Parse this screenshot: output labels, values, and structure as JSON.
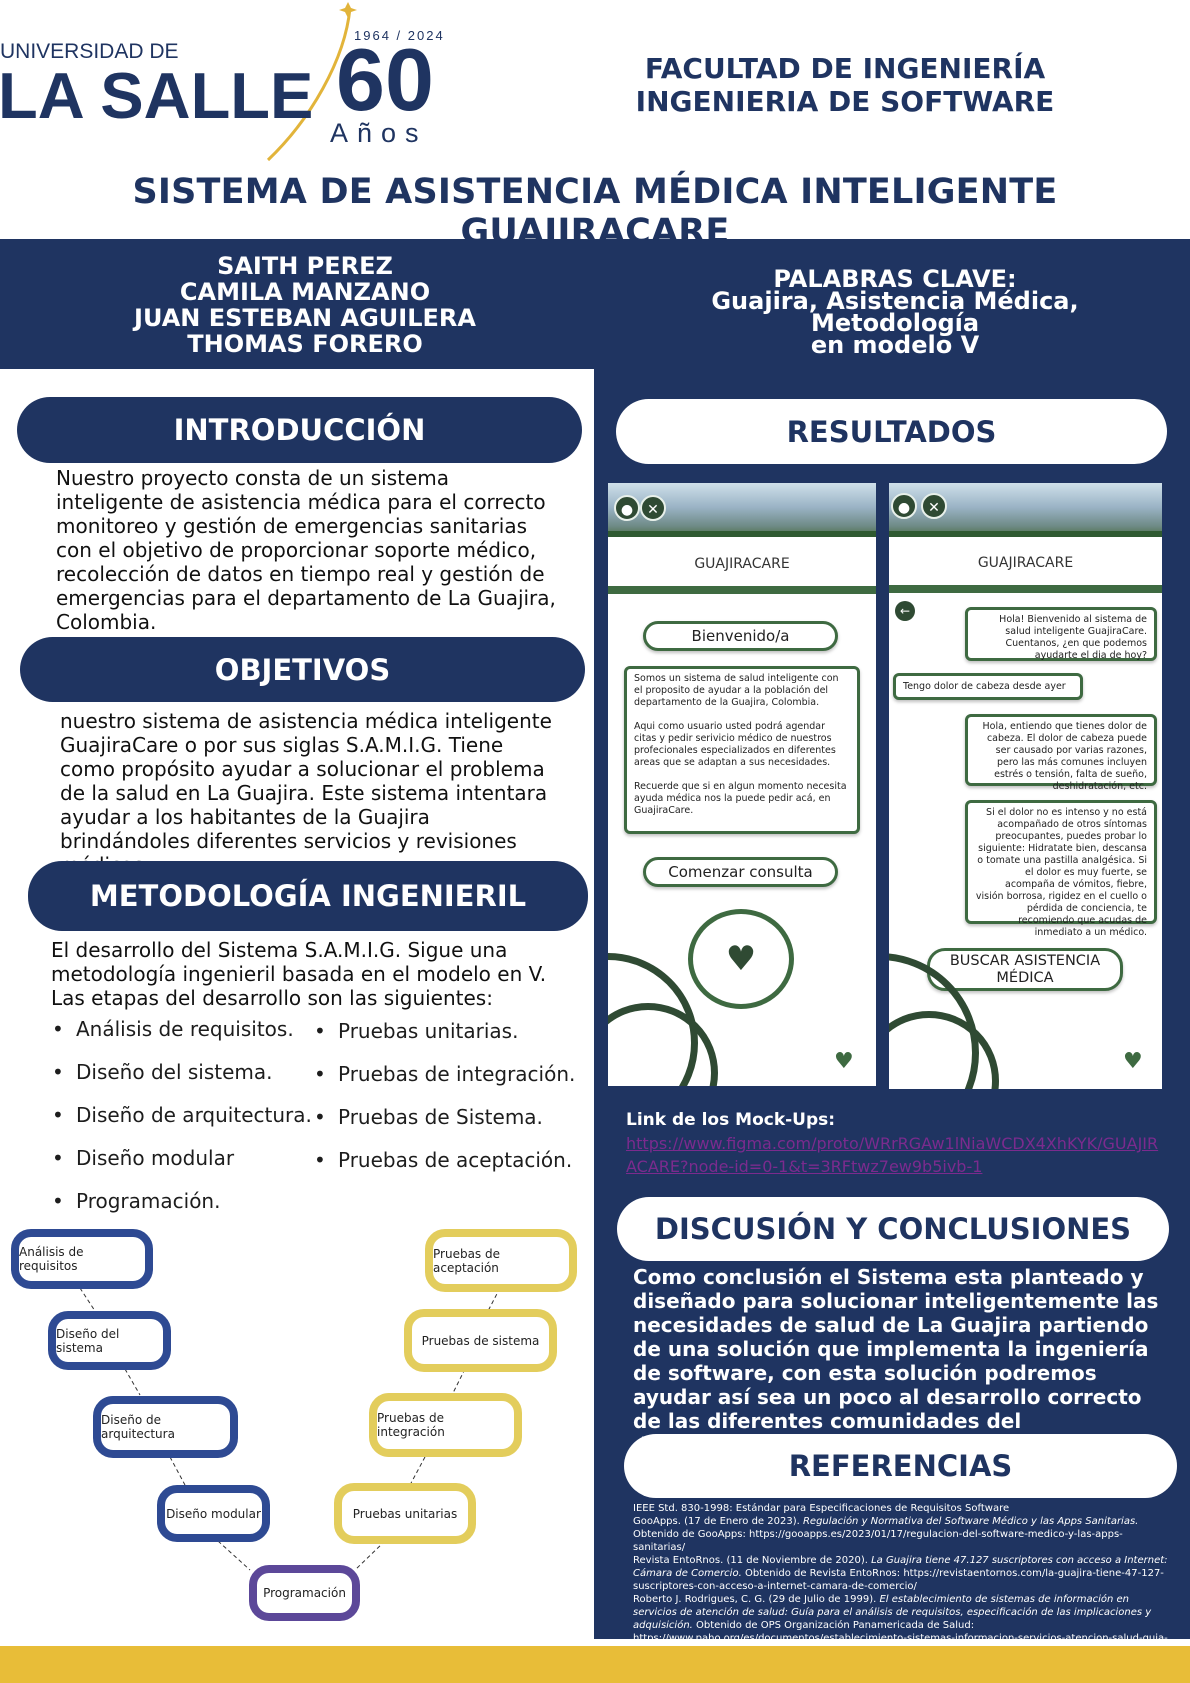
{
  "header": {
    "logo_university": "UNIVERSIDAD DE",
    "logo_name": "LA SALLE",
    "logo_years": "1964 / 2024",
    "logo_number": "60",
    "logo_anos": "Años",
    "faculty_line1": "FACULTAD DE INGENIERÍA",
    "faculty_line2": "INGENIERIA DE SOFTWARE",
    "title": "SISTEMA DE ASISTENCIA MÉDICA INTELIGENTE GUAJIRACARE"
  },
  "banner": {
    "authors": [
      "SAITH PEREZ",
      "CAMILA MANZANO",
      "JUAN ESTEBAN AGUILERA",
      "THOMAS FORERO"
    ],
    "keywords_title": "PALABRAS CLAVE:",
    "keywords_line1": "Guajira, Asistencia Médica, Metodología",
    "keywords_line2": "en modelo V"
  },
  "intro": {
    "heading": "INTRODUCCIÓN",
    "text": "Nuestro proyecto consta de un sistema inteligente de asistencia médica para el correcto monitoreo y gestión de emergencias sanitarias con el objetivo de proporcionar soporte médico, recolección de datos en tiempo real y gestión de emergencias para el departamento de La Guajira, Colombia."
  },
  "objectives": {
    "heading": "OBJETIVOS",
    "text": "nuestro sistema de asistencia médica inteligente GuajiraCare o por sus siglas S.A.M.I.G. Tiene como propósito ayudar a solucionar el problema de la salud en La Guajira. Este sistema intentara ayudar a los habitantes de la Guajira brindándoles diferentes servicios y revisiones médicas."
  },
  "methodology": {
    "heading": "METODOLOGÍA INGENIERIL",
    "text": "El desarrollo del Sistema S.A.M.I.G. Sigue una metodología ingenieril basada en el modelo en V. Las etapas del desarrollo son las siguientes:",
    "list_left": [
      "Análisis de requisitos.",
      "Diseño del sistema.",
      "Diseño de arquitectura.",
      "Diseño modular",
      "Programación."
    ],
    "list_right": [
      "Pruebas unitarias.",
      "Pruebas de integración.",
      "Pruebas de Sistema.",
      "Pruebas de aceptación."
    ]
  },
  "vmodel": {
    "left": [
      "Análisis de requisitos",
      "Diseño del sistema",
      "Diseño de arquitectura",
      "Diseño modular"
    ],
    "bottom": "Programación",
    "right": [
      "Pruebas de aceptación",
      "Pruebas de sistema",
      "Pruebas de integración",
      "Pruebas unitarias"
    ],
    "colors": {
      "design": "#2e4a93",
      "testing": "#e3cd5c",
      "coding": "#5c4899"
    }
  },
  "results": {
    "heading": "RESULTADOS",
    "phone1": {
      "app_title": "GUAJIRACARE",
      "welcome": "Bienvenido/a",
      "description": [
        "Somos un sistema de salud inteligente con el proposito de ayudar a la población del departamento de la Guajira, Colombia.",
        "Aqui como usuario usted podrá agendar citas y pedir serivicio médico de nuestros profecionales especializados en diferentes areas que se adaptan a sus necesidades.",
        "Recuerde que si en algun momento necesita ayuda médica nos la puede pedir acá, en GuajiraCare."
      ],
      "start_button": "Comenzar consulta"
    },
    "phone2": {
      "app_title": "GUAJIRACARE",
      "msg_bot_1": "Hola! Bienvenido al sistema de salud inteligente GuajiraCare. Cuentanos, ¿en que podemos ayudarte el dia de hoy?",
      "msg_user_1": "Tengo dolor de cabeza desde ayer",
      "msg_bot_2": "Hola, entiendo que tienes dolor de cabeza. El dolor de cabeza puede ser causado por varias razones, pero las más comunes incluyen estrés o tensión, falta de sueño, deshidratación, etc.",
      "msg_bot_3": "Si el dolor no es intenso y no está acompañado de otros síntomas preocupantes, puedes probar lo siguiente: Hidratate bien, descansa o tomate una pastilla analgésica. Si el dolor es muy fuerte, se acompaña de vómitos, fiebre, visión borrosa, rigidez en el cuello o pérdida de conciencia, te recomiendo que acudas de inmediato a un médico.",
      "search_button": "BUSCAR ASISTENCIA MÉDICA"
    },
    "link_label": "Link de los Mock-Ups:",
    "link_url": "https://www.figma.com/proto/WRrRGAw1lNiaWCDX4XhKYK/GUAJIRACARE?node-id=0-1&t=3RFtwz7ew9b5ivb-1"
  },
  "conclusions": {
    "heading": "DISCUSIÓN Y CONCLUSIONES",
    "text": "Como conclusión el Sistema esta planteado y diseñado para solucionar inteligentemente las necesidades de salud de La Guajira partiendo de una solución que implementa la ingeniería de software, con esta solución podremos ayudar así sea un poco al desarrollo correcto de las diferentes comunidades del departamento."
  },
  "references": {
    "heading": "REFERENCIAS",
    "items": [
      {
        "pre": "IEEE Std. 830-1998: Estándar para Especificaciones de Requisitos Software",
        "em": "",
        "post": ""
      },
      {
        "pre": "GooApps. (17 de Enero de 2023). ",
        "em": "Regulación y Normativa del Software Médico y las Apps Sanitarias.",
        "post": " Obtenido de GooApps: https://gooapps.es/2023/01/17/regulacion-del-software-medico-y-las-apps-sanitarias/"
      },
      {
        "pre": "Revista EntoRnos. (11 de Noviembre de 2020). ",
        "em": "La Guajira tiene 47.127 suscriptores con acceso a Internet: Cámara de Comercio.",
        "post": " Obtenido de Revista EntoRnos: https://revistaentornos.com/la-guajira-tiene-47-127-suscriptores-con-acceso-a-internet-camara-de-comercio/"
      },
      {
        "pre": "Roberto J. Rodrigues, C. G. (29 de Julio de 1999). ",
        "em": "El establecimiento de sistemas de información en servicios de atención de salud: Guía para el análisis de requisitos, especificación de las implicaciones y adquisición.",
        "post": " Obtenido de OPS Organización Panamericada de Salud: https://www.paho.org/es/documentos/establecimiento-sistemas-informacion-servicios-atencion-salud-guia-para-analisis"
      }
    ]
  },
  "colors": {
    "navy": "#1f3461",
    "gold": "#e8bd38",
    "green": "#3e6a41"
  }
}
